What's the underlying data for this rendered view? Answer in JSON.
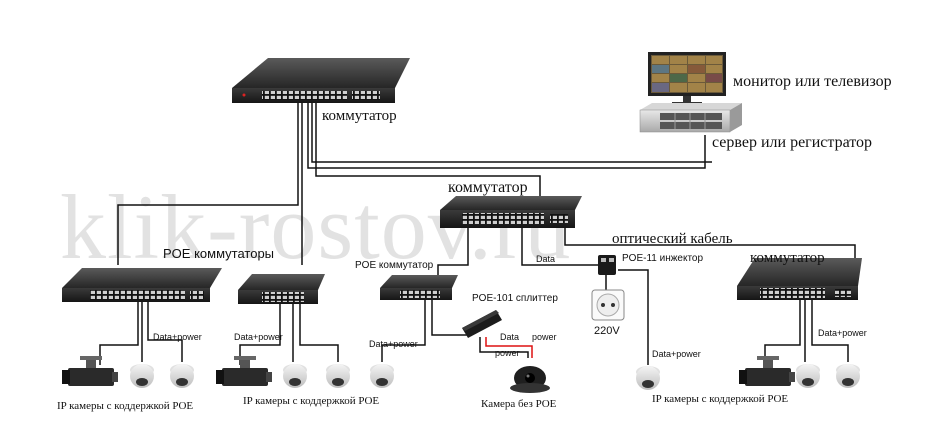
{
  "watermark": "klik-rostov.ru",
  "labels": {
    "main_switch": "коммутатор",
    "monitor": "монитор или телевизор",
    "server": "сервер или регистратор",
    "center_switch": "коммутатор",
    "poe_switches": "POE коммутаторы",
    "optical_cable": "оптический кабель",
    "right_switch": "коммутатор",
    "poe_switch_single": "POE коммутатор",
    "data_link": "Data",
    "injector": "POE-11 инжектор",
    "splitter": "POE-101 сплиттер",
    "voltage": "220V",
    "data_power_1": "Data+power",
    "data_power_2": "Data+power",
    "data_power_3": "Data+power",
    "data_power_4": "Data+power",
    "data_power_5": "Data+power",
    "splitter_data": "Data",
    "splitter_power_right": "power",
    "splitter_power_left": "power",
    "cams_group_1": "IP камеры с коддержкой POE",
    "cams_group_2": "IP камеры с коддержкой POE",
    "cam_no_poe": "Камера без POE",
    "cams_group_3": "IP камеры с коддержкой POE"
  },
  "colors": {
    "wire": "#111111",
    "power_wire": "#dd1111",
    "switch_body": "#2a2a2a"
  }
}
